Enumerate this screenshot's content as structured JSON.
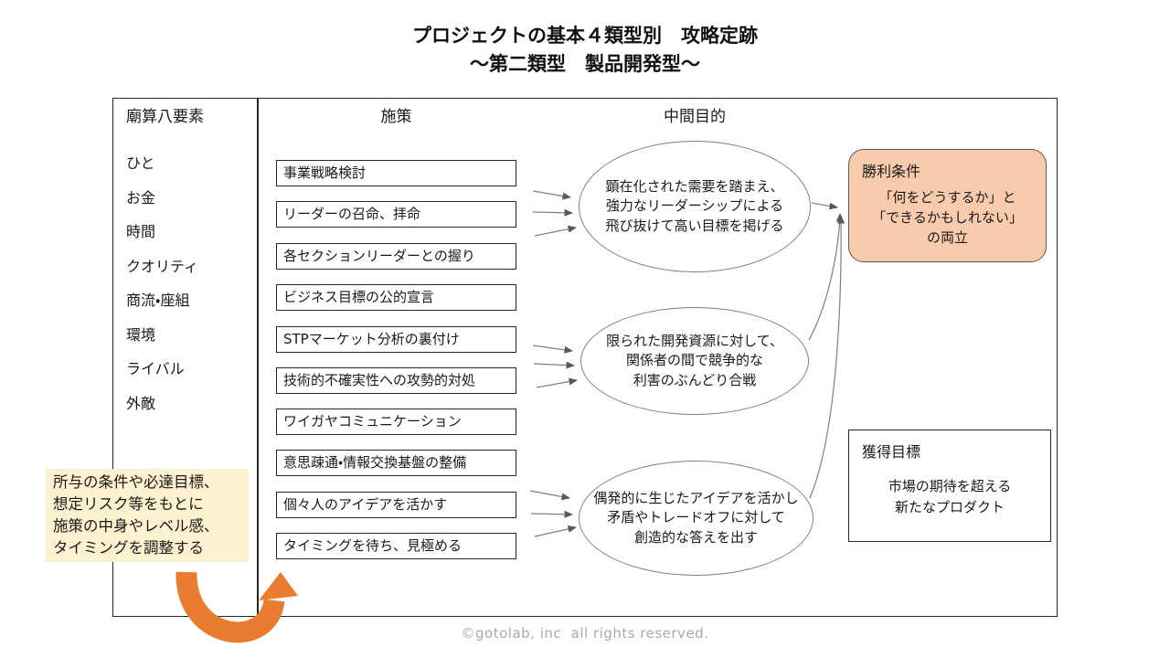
{
  "title": {
    "line1": "プロジェクトの基本４類型別　攻略定跡",
    "line2": "～第二類型　製品開発型～"
  },
  "left_panel": {
    "header": "廟算八要素",
    "items": [
      "ひと",
      "お金",
      "時間",
      "クオリティ",
      "商流・座組",
      "環境",
      "ライバル",
      "外敵"
    ]
  },
  "measures": {
    "header": "施策",
    "items": [
      "事業戦略検討",
      "リーダーの召命、拝命",
      "各セクションリーダーとの握り",
      "ビジネス目標の公的宣言",
      "STPマーケット分析の裏付け",
      "技術的不確実性への攻勢的対処",
      "ワイガヤコミュニケーション",
      "意思疎通・情報交換基盤の整備",
      "個々人のアイデアを活かす",
      "タイミングを待ち、見極める"
    ]
  },
  "intermediate": {
    "header": "中間目的",
    "ellipse1": "顕在化された需要を踏まえ、\n強力なリーダーシップによる\n飛び抜けて高い目標を掲げる",
    "ellipse2": "限られた開発資源に対して、\n関係者の間で競争的な\n利害のぶんどり合戦",
    "ellipse3": "偶発的に生じたアイデアを活かし\n矛盾やトレードオフに対して\n創造的な答えを出す"
  },
  "victory": {
    "header": "勝利条件",
    "body": "「何をどうするか」と\n「できるかもしれない」\nの両立"
  },
  "target": {
    "header": "獲得目標",
    "body": "市場の期待を超える\n新たなプロダクト"
  },
  "note": {
    "text": "所与の条件や必達目標、\n想定リスク等をもとに\n施策の中身やレベル感、\nタイミングを調整する"
  },
  "footer": {
    "text": "©gotolab, inc  all rights reserved."
  },
  "colors": {
    "victory_fill": "#F7CBAC",
    "note_fill": "#FCF2CF",
    "arrow_orange": "#E87D31",
    "connector_line": "#7F7F7F",
    "connector_arrowhead": "#595959"
  }
}
